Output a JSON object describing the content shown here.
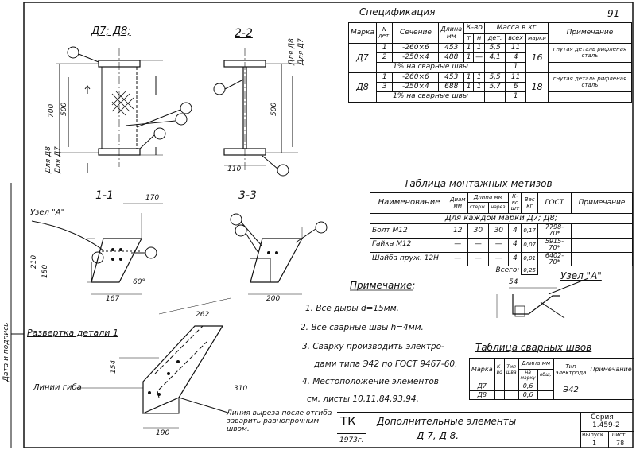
{
  "sheet_number": "91",
  "spec": {
    "title": "Спецификация",
    "headers": {
      "mark": "Марка",
      "part_no": "N дет.",
      "section": "Сечение",
      "length": "Длина мм",
      "count": "К-во",
      "count_t": "т",
      "count_n": "н",
      "mass": "Масса в кг",
      "mass_part": "дет.",
      "mass_all": "всех",
      "mass_mark": "марки",
      "remark": "Примечание"
    },
    "groups": [
      {
        "mark": "Д7",
        "rows": [
          {
            "part": "1",
            "section": "-260×6",
            "length": "453",
            "t": "1",
            "n": "1",
            "m_part": "5,5",
            "m_all": "11"
          },
          {
            "part": "2",
            "section": "-250×4",
            "length": "488",
            "t": "1",
            "n": "—",
            "m_part": "4,1",
            "m_all": "4"
          }
        ],
        "weld_row": "1% на сварные швы",
        "weld_mass": "1",
        "mark_mass": "16",
        "remark": "гнутая деталь рифленая сталь"
      },
      {
        "mark": "Д8",
        "rows": [
          {
            "part": "1",
            "section": "-260×6",
            "length": "453",
            "t": "1",
            "n": "1",
            "m_part": "5,5",
            "m_all": "11"
          },
          {
            "part": "3",
            "section": "-250×4",
            "length": "688",
            "t": "1",
            "n": "1",
            "m_part": "5,7",
            "m_all": "6"
          }
        ],
        "weld_row": "1% на сварные швы",
        "weld_mass": "1",
        "mark_mass": "18",
        "remark": "гнутая деталь рифленая сталь"
      }
    ]
  },
  "bolts": {
    "title": "Таблица монтажных метизов",
    "headers": {
      "name": "Наименование",
      "diam": "Диам мм",
      "len": "Длина мм",
      "len_a": "стерж.",
      "len_b": "нарез.",
      "count": "К-во шт",
      "weight": "Вес кг",
      "gost": "ГОСТ",
      "remark": "Примечание"
    },
    "subheader": "Для каждой марки Д7; Д8;",
    "rows": [
      {
        "name": "Болт М12",
        "diam": "12",
        "a": "30",
        "b": "30",
        "count": "4",
        "weight": "0,17",
        "gost": "7798-70*"
      },
      {
        "name": "Гайка М12",
        "diam": "—",
        "a": "—",
        "b": "—",
        "count": "4",
        "weight": "0,07",
        "gost": "5915-70*"
      },
      {
        "name": "Шайба пруж. 12Н",
        "diam": "—",
        "a": "—",
        "b": "—",
        "count": "4",
        "weight": "0,01",
        "gost": "6402-70*"
      }
    ],
    "total_label": "Всего:",
    "total": "0,25"
  },
  "welds": {
    "title": "Таблица сварных швов",
    "headers": {
      "mark": "Марка",
      "count": "К-во",
      "seam": "Тип шва",
      "len": "Длина мм",
      "len_a": "на марку",
      "len_b": "общ.",
      "electrode": "Тип электрода",
      "remark": "Примечание"
    },
    "rows": [
      {
        "mark": "Д7",
        "len_a": "0,6"
      },
      {
        "mark": "Д8",
        "len_a": "0,6"
      }
    ],
    "electrode": "Э42"
  },
  "notes": {
    "title": "Примечание:",
    "items": [
      "1. Все дыры d=15мм.",
      "2. Все сварные швы h=4мм.",
      "3. Сварку производить электро-",
      "дами типа Э42 по ГОСТ 9467-60.",
      "4. Местоположение элементов",
      "см. листы 10,11,84,93,94."
    ]
  },
  "views": {
    "main_title": "Д7; Д8;",
    "section_22": "2-2",
    "section_11": "1-1",
    "section_33": "3-3",
    "node_a": "Узел \"А\"",
    "node_a_ref": "Узел \"А\"",
    "razvertka": "Развертка детали 1",
    "bend_line": "Линии гиба",
    "cut_line_note": "Линия выреза после отгиба заварить равнопрочным швом.",
    "for_d8": "Для Д8",
    "for_d7": "Для Д7",
    "dim_700": "700",
    "dim_500": "500",
    "dim_110": "110",
    "dim_170": "170",
    "dim_167": "167",
    "dim_200": "200",
    "dim_210": "210",
    "dim_150": "150",
    "dim_262": "262",
    "dim_60": "60°",
    "dim_54": "54",
    "dim_154": "154",
    "dim_310": "310",
    "dim_190": "190"
  },
  "stamp": {
    "tk": "ТК",
    "year": "1973г.",
    "title_line1": "Дополнительные элементы",
    "title_line2": "Д 7, Д 8.",
    "series_label": "Серия",
    "series": "1.459-2",
    "issue_label": "Выпуск",
    "issue": "1",
    "sheet_label": "Лист",
    "sheet": "78"
  },
  "margin_label": "Дата и подпись"
}
